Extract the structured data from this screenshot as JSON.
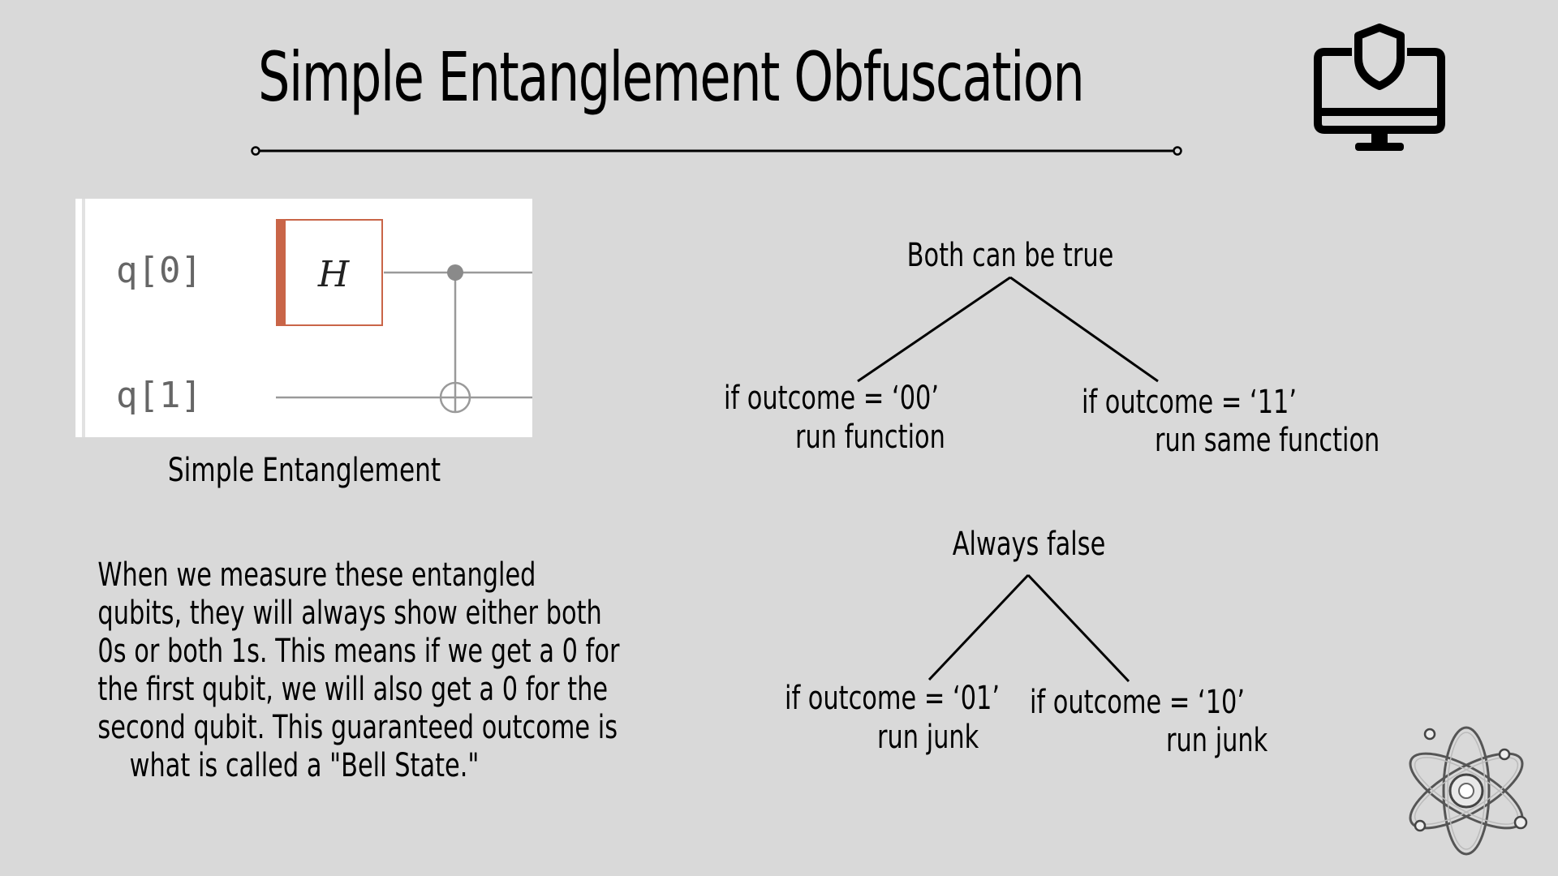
{
  "slide": {
    "title": "Simple Entanglement Obfuscation",
    "icons": {
      "title_icon": "monitor-shield-icon",
      "corner_icon": "atom-icon"
    }
  },
  "circuit": {
    "qubit_labels": [
      "q[0]",
      "q[1]"
    ],
    "gate_label": "H",
    "caption": "Simple Entanglement",
    "colors": {
      "gate_accent": "#c96548",
      "wire": "#9a9a9a"
    }
  },
  "explanation": [
    "When we measure these entangled",
    "qubits, they will always show either both",
    "0s or both 1s. This means if we get a 0 for",
    "the first qubit, we will also get a 0 for the",
    "second qubit. This guaranteed outcome is",
    "what is called a \"Bell State.\""
  ],
  "trees": [
    {
      "root": "Both can be true",
      "left": {
        "condition": "if outcome = ‘00’",
        "action": "run function"
      },
      "right": {
        "condition": "if outcome = ‘11’",
        "action": "run same function"
      }
    },
    {
      "root": "Always false",
      "left": {
        "condition": "if outcome = ‘01’",
        "action": "run junk"
      },
      "right": {
        "condition": "if outcome = ‘10’",
        "action": "run junk"
      }
    }
  ]
}
